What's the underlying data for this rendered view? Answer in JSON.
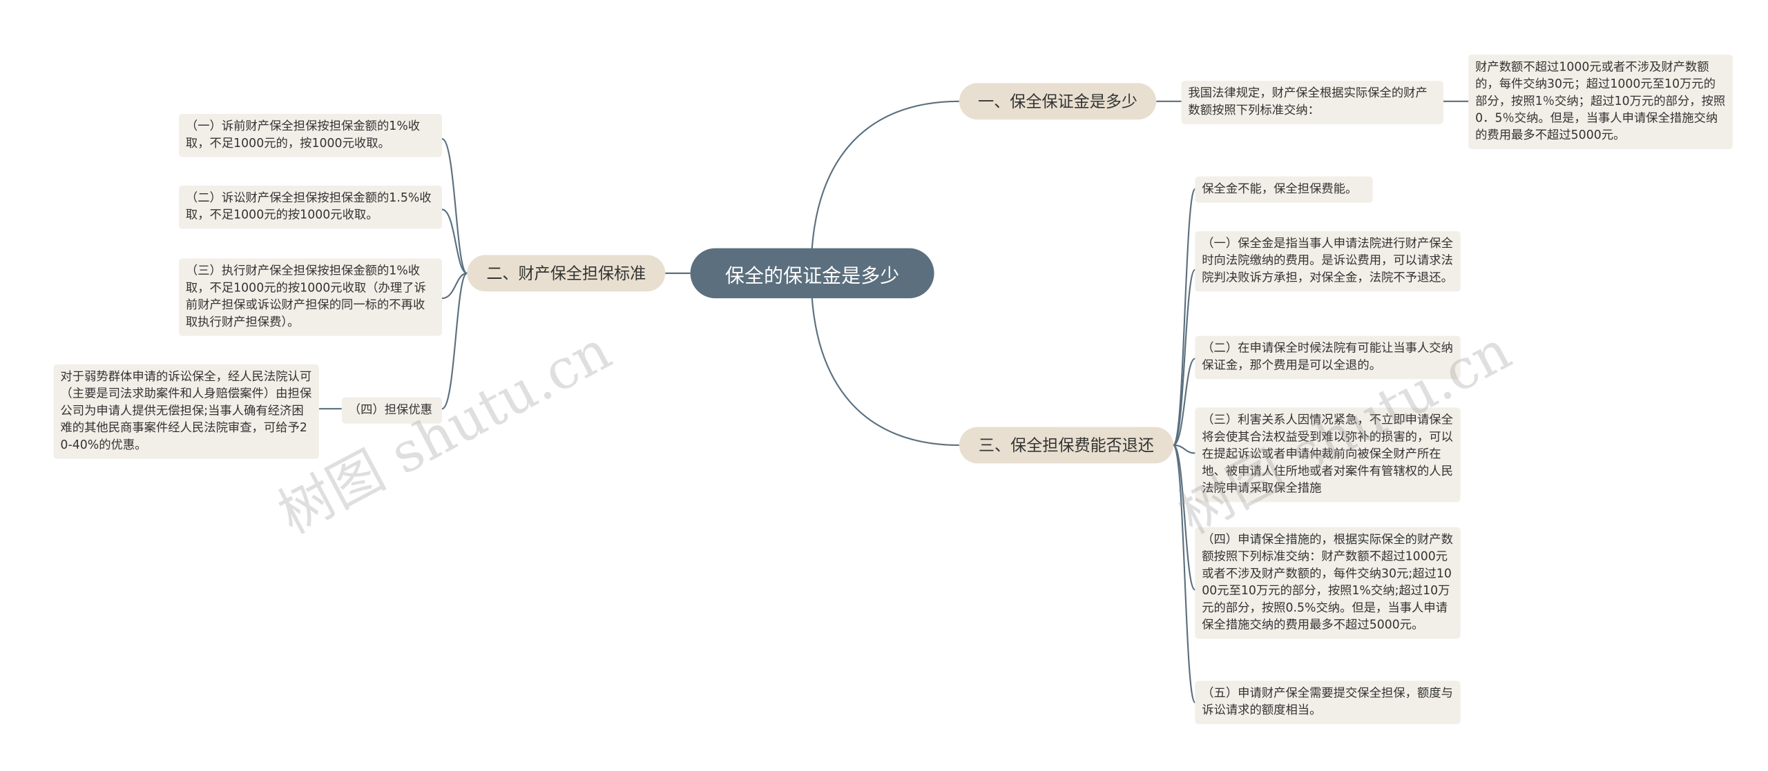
{
  "root": "保全的保证金是多少",
  "branches": {
    "b1": {
      "title": "一、保全保证金是多少",
      "intro": "我国法律规定，财产保全根据实际保全的财产数额按照下列标准交纳：",
      "detail": "财产数额不超过1000元或者不涉及财产数额的，每件交纳30元；超过1000元至10万元的部分，按照1％交纳；超过10万元的部分，按照0．5％交纳。但是，当事人申请保全措施交纳的费用最多不超过5000元。"
    },
    "b2": {
      "title": "二、财产保全担保标准",
      "items": [
        "（一）诉前财产保全担保按担保金额的1%收取，不足1000元的，按1000元收取。",
        "（二）诉讼财产保全担保按担保金额的1.5%收取，不足1000元的按1000元收取。",
        "（三）执行财产保全担保按担保金额的1%收取，不足1000元的按1000元收取（办理了诉前财产担保或诉讼财产担保的同一标的不再收取执行财产担保费）。"
      ],
      "sub_label": "（四）担保优惠",
      "sub_detail": "对于弱势群体申请的诉讼保全，经人民法院认可（主要是司法求助案件和人身赔偿案件）由担保公司为申请人提供无偿担保;当事人确有经济困难的其他民商事案件经人民法院审查，可给予20-40%的优惠。"
    },
    "b3": {
      "title": "三、保全担保费能否退还",
      "items": [
        "保全金不能，保全担保费能。",
        "（一）保全金是指当事人申请法院进行财产保全时向法院缴纳的费用。是诉讼费用，可以请求法院判决败诉方承担，对保全金，法院不予退还。",
        "（二）在申请保全时候法院有可能让当事人交纳保证金，那个费用是可以全退的。",
        "（三）利害关系人因情况紧急，不立即申请保全将会使其合法权益受到难以弥补的损害的，可以在提起诉讼或者申请仲裁前向被保全财产所在地、被申请人住所地或者对案件有管辖权的人民法院申请采取保全措施",
        "（四）申请保全措施的，根据实际保全的财产数额按照下列标准交纳：财产数额不超过1000元或者不涉及财产数额的，每件交纳30元;超过1000元至10万元的部分，按照1%交纳;超过10万元的部分，按照0.5%交纳。但是，当事人申请保全措施交纳的费用最多不超过5000元。",
        "（五）申请财产保全需要提交保全担保，额度与诉讼请求的额度相当。"
      ]
    }
  },
  "watermarks": [
    "树图 shutu.cn",
    "树图 shutu.cn"
  ],
  "colors": {
    "root_bg": "#5b6f7e",
    "branch_bg": "#e8dfd0",
    "leaf_bg": "#f2efe8",
    "connector": "#5b6f7e"
  }
}
